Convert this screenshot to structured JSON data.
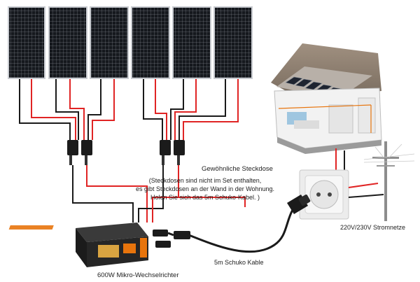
{
  "labels": {
    "socket_title": "Gewöhnliche Steckdose",
    "socket_note_1": "(Steckdosen sind nicht im Set enthalten,",
    "socket_note_2": "es gibt Steckdosen an der Wand in der Wohnung.",
    "socket_note_3": "Holen Sie sich das 5m Schuko-Kabel. )",
    "grid": "220V/230V Stromnetze",
    "cable": "5m Schuko Kable",
    "inverter": "600W Mikro-Wechselrichter"
  },
  "colors": {
    "panel_frame": "#c9ccd1",
    "panel_cell": "#15181d",
    "wire_red": "#e02424",
    "wire_black": "#1a1a1a",
    "inverter_body": "#2b2b2b",
    "inverter_accent": "#e8740c",
    "house_roof": "#8a7d70",
    "socket_plate": "#ececec"
  },
  "icons": [
    "solar-panel-icon",
    "mc4-connector-icon",
    "house-icon",
    "wall-socket-icon",
    "utility-pole-icon",
    "microinverter-icon",
    "schuko-plug-icon"
  ]
}
